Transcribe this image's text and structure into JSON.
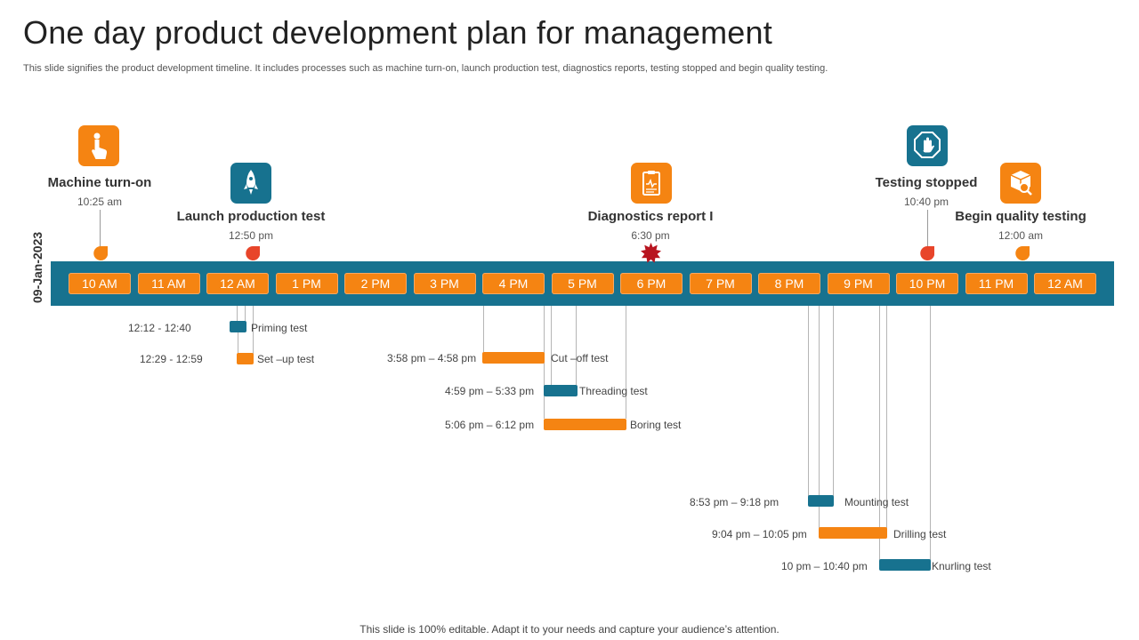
{
  "header": {
    "title": "One day product development plan for management",
    "subtitle": "This slide signifies the product development timeline. It includes processes such as machine turn-on, launch production test, diagnostics reports, testing stopped and begin quality testing."
  },
  "footer": {
    "text": "This slide is 100% editable. Adapt it to your needs and capture your audience’s attention."
  },
  "timeline": {
    "date": "09-Jan-2023",
    "hours": [
      "10 AM",
      "11 AM",
      "12 AM",
      "1 PM",
      "2 PM",
      "3 PM",
      "4 PM",
      "5 PM",
      "6 PM",
      "7 PM",
      "8 PM",
      "9 PM",
      "10 PM",
      "11 PM",
      "12 AM"
    ],
    "milestones": [
      {
        "title": "Machine turn-on",
        "time": "10:25 am",
        "icon": "hand-pointer-icon",
        "icon_color": "#f58412",
        "marker": "orange-leaf"
      },
      {
        "title": "Launch production test",
        "time": "12:50 pm",
        "icon": "rocket-icon",
        "icon_color": "#17728f",
        "marker": "red-leaf"
      },
      {
        "title": "Diagnostics report I",
        "time": "6:30 pm",
        "icon": "clipboard-report-icon",
        "icon_color": "#f58412",
        "marker": "red-starburst"
      },
      {
        "title": "Testing stopped",
        "time": "10:40 pm",
        "icon": "stop-hand-icon",
        "icon_color": "#17728f",
        "marker": "red-leaf"
      },
      {
        "title": "Begin quality testing",
        "time": "12:00 am",
        "icon": "box-search-icon",
        "icon_color": "#f58412",
        "marker": "orange-leaf"
      }
    ],
    "tasks": [
      {
        "name": "Priming test",
        "range": "12:12 - 12:40",
        "color": "#17728f"
      },
      {
        "name": "Set –up test",
        "range": "12:29 - 12:59",
        "color": "#f58412"
      },
      {
        "name": "Cut –off test",
        "range": "3:58 pm – 4:58 pm",
        "color": "#f58412"
      },
      {
        "name": "Threading test",
        "range": "4:59 pm – 5:33 pm",
        "color": "#17728f"
      },
      {
        "name": "Boring test",
        "range": "5:06 pm – 6:12 pm",
        "color": "#f58412"
      },
      {
        "name": "Mounting test",
        "range": "8:53 pm – 9:18 pm",
        "color": "#17728f"
      },
      {
        "name": "Drilling test",
        "range": "9:04 pm – 10:05 pm",
        "color": "#f58412"
      },
      {
        "name": "Knurling test",
        "range": "10 pm – 10:40 pm",
        "color": "#17728f"
      }
    ]
  }
}
